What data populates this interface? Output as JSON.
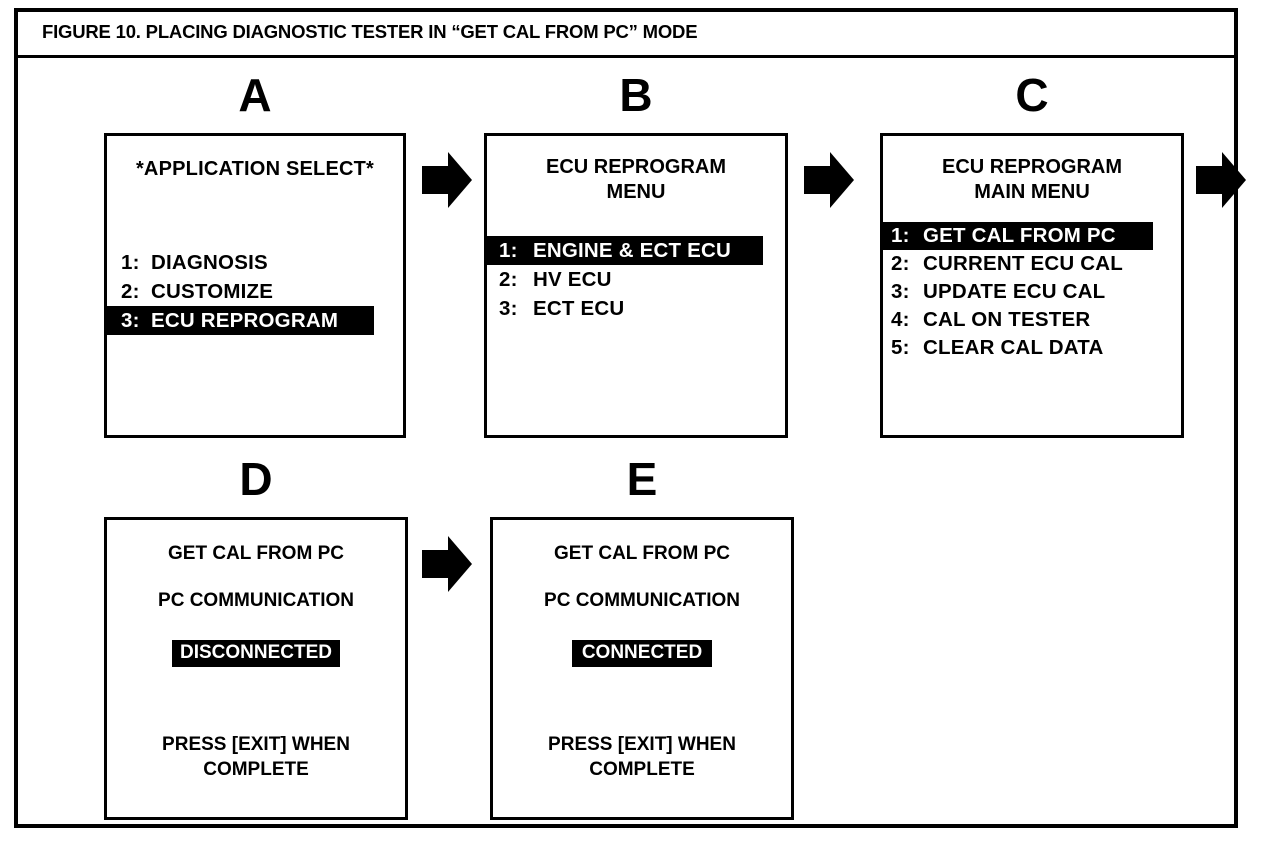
{
  "figure": {
    "title": "FIGURE 10.  PLACING DIAGNOSTIC TESTER IN “GET CAL FROM PC” MODE",
    "border_color": "#000000",
    "background_color": "#ffffff",
    "highlight_color": "#000000",
    "highlight_text_color": "#ffffff"
  },
  "panels": {
    "a": {
      "label": "A",
      "title": "*APPLICATION SELECT*",
      "menu": [
        {
          "num": "1:",
          "text": "DIAGNOSIS",
          "selected": false
        },
        {
          "num": "2:",
          "text": "CUSTOMIZE",
          "selected": false
        },
        {
          "num": "3:",
          "text": "ECU REPROGRAM",
          "selected": true
        }
      ]
    },
    "b": {
      "label": "B",
      "title_line1": "ECU REPROGRAM",
      "title_line2": "MENU",
      "menu": [
        {
          "num": "1:",
          "text": "ENGINE & ECT ECU",
          "selected": true
        },
        {
          "num": "2:",
          "text": "HV ECU",
          "selected": false
        },
        {
          "num": "3:",
          "text": "ECT ECU",
          "selected": false
        }
      ]
    },
    "c": {
      "label": "C",
      "title_line1": "ECU REPROGRAM",
      "title_line2": "MAIN MENU",
      "menu": [
        {
          "num": "1:",
          "text": "GET CAL FROM PC",
          "selected": true
        },
        {
          "num": "2:",
          "text": "CURRENT ECU CAL",
          "selected": false
        },
        {
          "num": "3:",
          "text": "UPDATE ECU CAL",
          "selected": false
        },
        {
          "num": "4:",
          "text": "CAL ON TESTER",
          "selected": false
        },
        {
          "num": "5:",
          "text": "CLEAR CAL DATA",
          "selected": false
        }
      ]
    },
    "d": {
      "label": "D",
      "line1": "GET CAL FROM PC",
      "line2": "PC COMMUNICATION",
      "status": "DISCONNECTED",
      "footer_line1": "PRESS [EXIT] WHEN",
      "footer_line2": "COMPLETE"
    },
    "e": {
      "label": "E",
      "line1": "GET CAL FROM PC",
      "line2": "PC COMMUNICATION",
      "status": "CONNECTED",
      "footer_line1": "PRESS [EXIT] WHEN",
      "footer_line2": "COMPLETE"
    }
  },
  "arrows": [
    {
      "name": "arrow-a-to-b",
      "direction": "right"
    },
    {
      "name": "arrow-b-to-c",
      "direction": "right"
    },
    {
      "name": "arrow-c-to-d",
      "direction": "right"
    },
    {
      "name": "arrow-d-to-e",
      "direction": "right"
    }
  ]
}
